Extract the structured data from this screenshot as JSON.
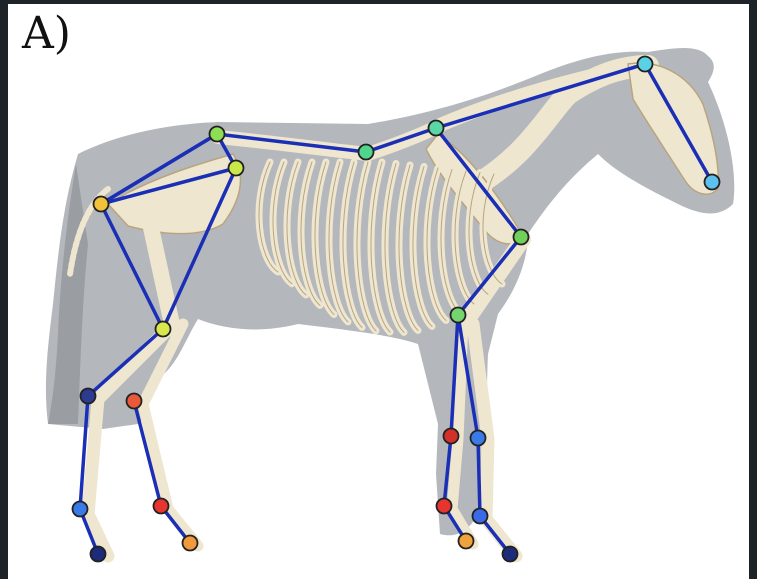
{
  "figure": {
    "panel_label": "A)"
  },
  "colors": {
    "background": "#1e2328",
    "silhouette": "#a7abb0",
    "bone": "#efe6cf",
    "bone_outline": "#b8a57f",
    "skeleton_line": "#1a2fb5",
    "keypoint_outline": "#222222"
  },
  "keypoints": [
    {
      "id": "croup",
      "color": "#8ddd55"
    },
    {
      "id": "hip",
      "color": "#c9e84a"
    },
    {
      "id": "tail-base",
      "color": "#f2c23a"
    },
    {
      "id": "back",
      "color": "#4fd68d"
    },
    {
      "id": "withers",
      "color": "#5bd6a6"
    },
    {
      "id": "poll",
      "color": "#5ad2e6"
    },
    {
      "id": "muzzle",
      "color": "#5cc0f0"
    },
    {
      "id": "shoulder",
      "color": "#6fd15a"
    },
    {
      "id": "elbow",
      "color": "#74d56e"
    },
    {
      "id": "stifle",
      "color": "#d8e84a"
    },
    {
      "id": "hind-hock-left",
      "color": "#2c3a8f"
    },
    {
      "id": "hind-fetlock-left",
      "color": "#3a7ae8"
    },
    {
      "id": "hind-hoof-left",
      "color": "#1c2b7a"
    },
    {
      "id": "hind-hock-right",
      "color": "#e85a3a"
    },
    {
      "id": "hind-fetlock-right",
      "color": "#e8342f"
    },
    {
      "id": "hind-hoof-right",
      "color": "#f09a3c"
    },
    {
      "id": "fore-knee-right",
      "color": "#d4302a"
    },
    {
      "id": "fore-fetlock-right",
      "color": "#e8342f"
    },
    {
      "id": "fore-hoof-right",
      "color": "#f0a33c"
    },
    {
      "id": "fore-knee-left",
      "color": "#3a7ae8"
    },
    {
      "id": "fore-fetlock-left",
      "color": "#3a6ae8"
    },
    {
      "id": "fore-hoof-left",
      "color": "#1c2b7a"
    }
  ]
}
